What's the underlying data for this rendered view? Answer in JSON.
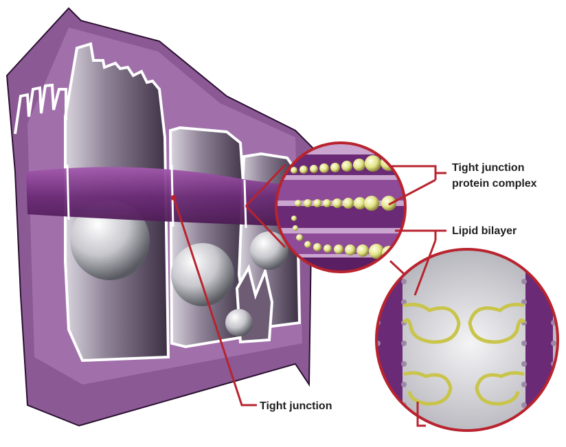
{
  "labels": {
    "tj_complex_line1": "Tight junction",
    "tj_complex_line2": "protein complex",
    "lipid_bilayer": "Lipid bilayer",
    "tight_junction": "Tight junction"
  },
  "colors": {
    "purple_dark": "#5a1f62",
    "purple_mid": "#7c3a86",
    "purple_light": "#b689c0",
    "leader_red": "#b8232e",
    "bead_yellow": "#e6e68f",
    "nucleus_grey": "#c9c9cf"
  }
}
